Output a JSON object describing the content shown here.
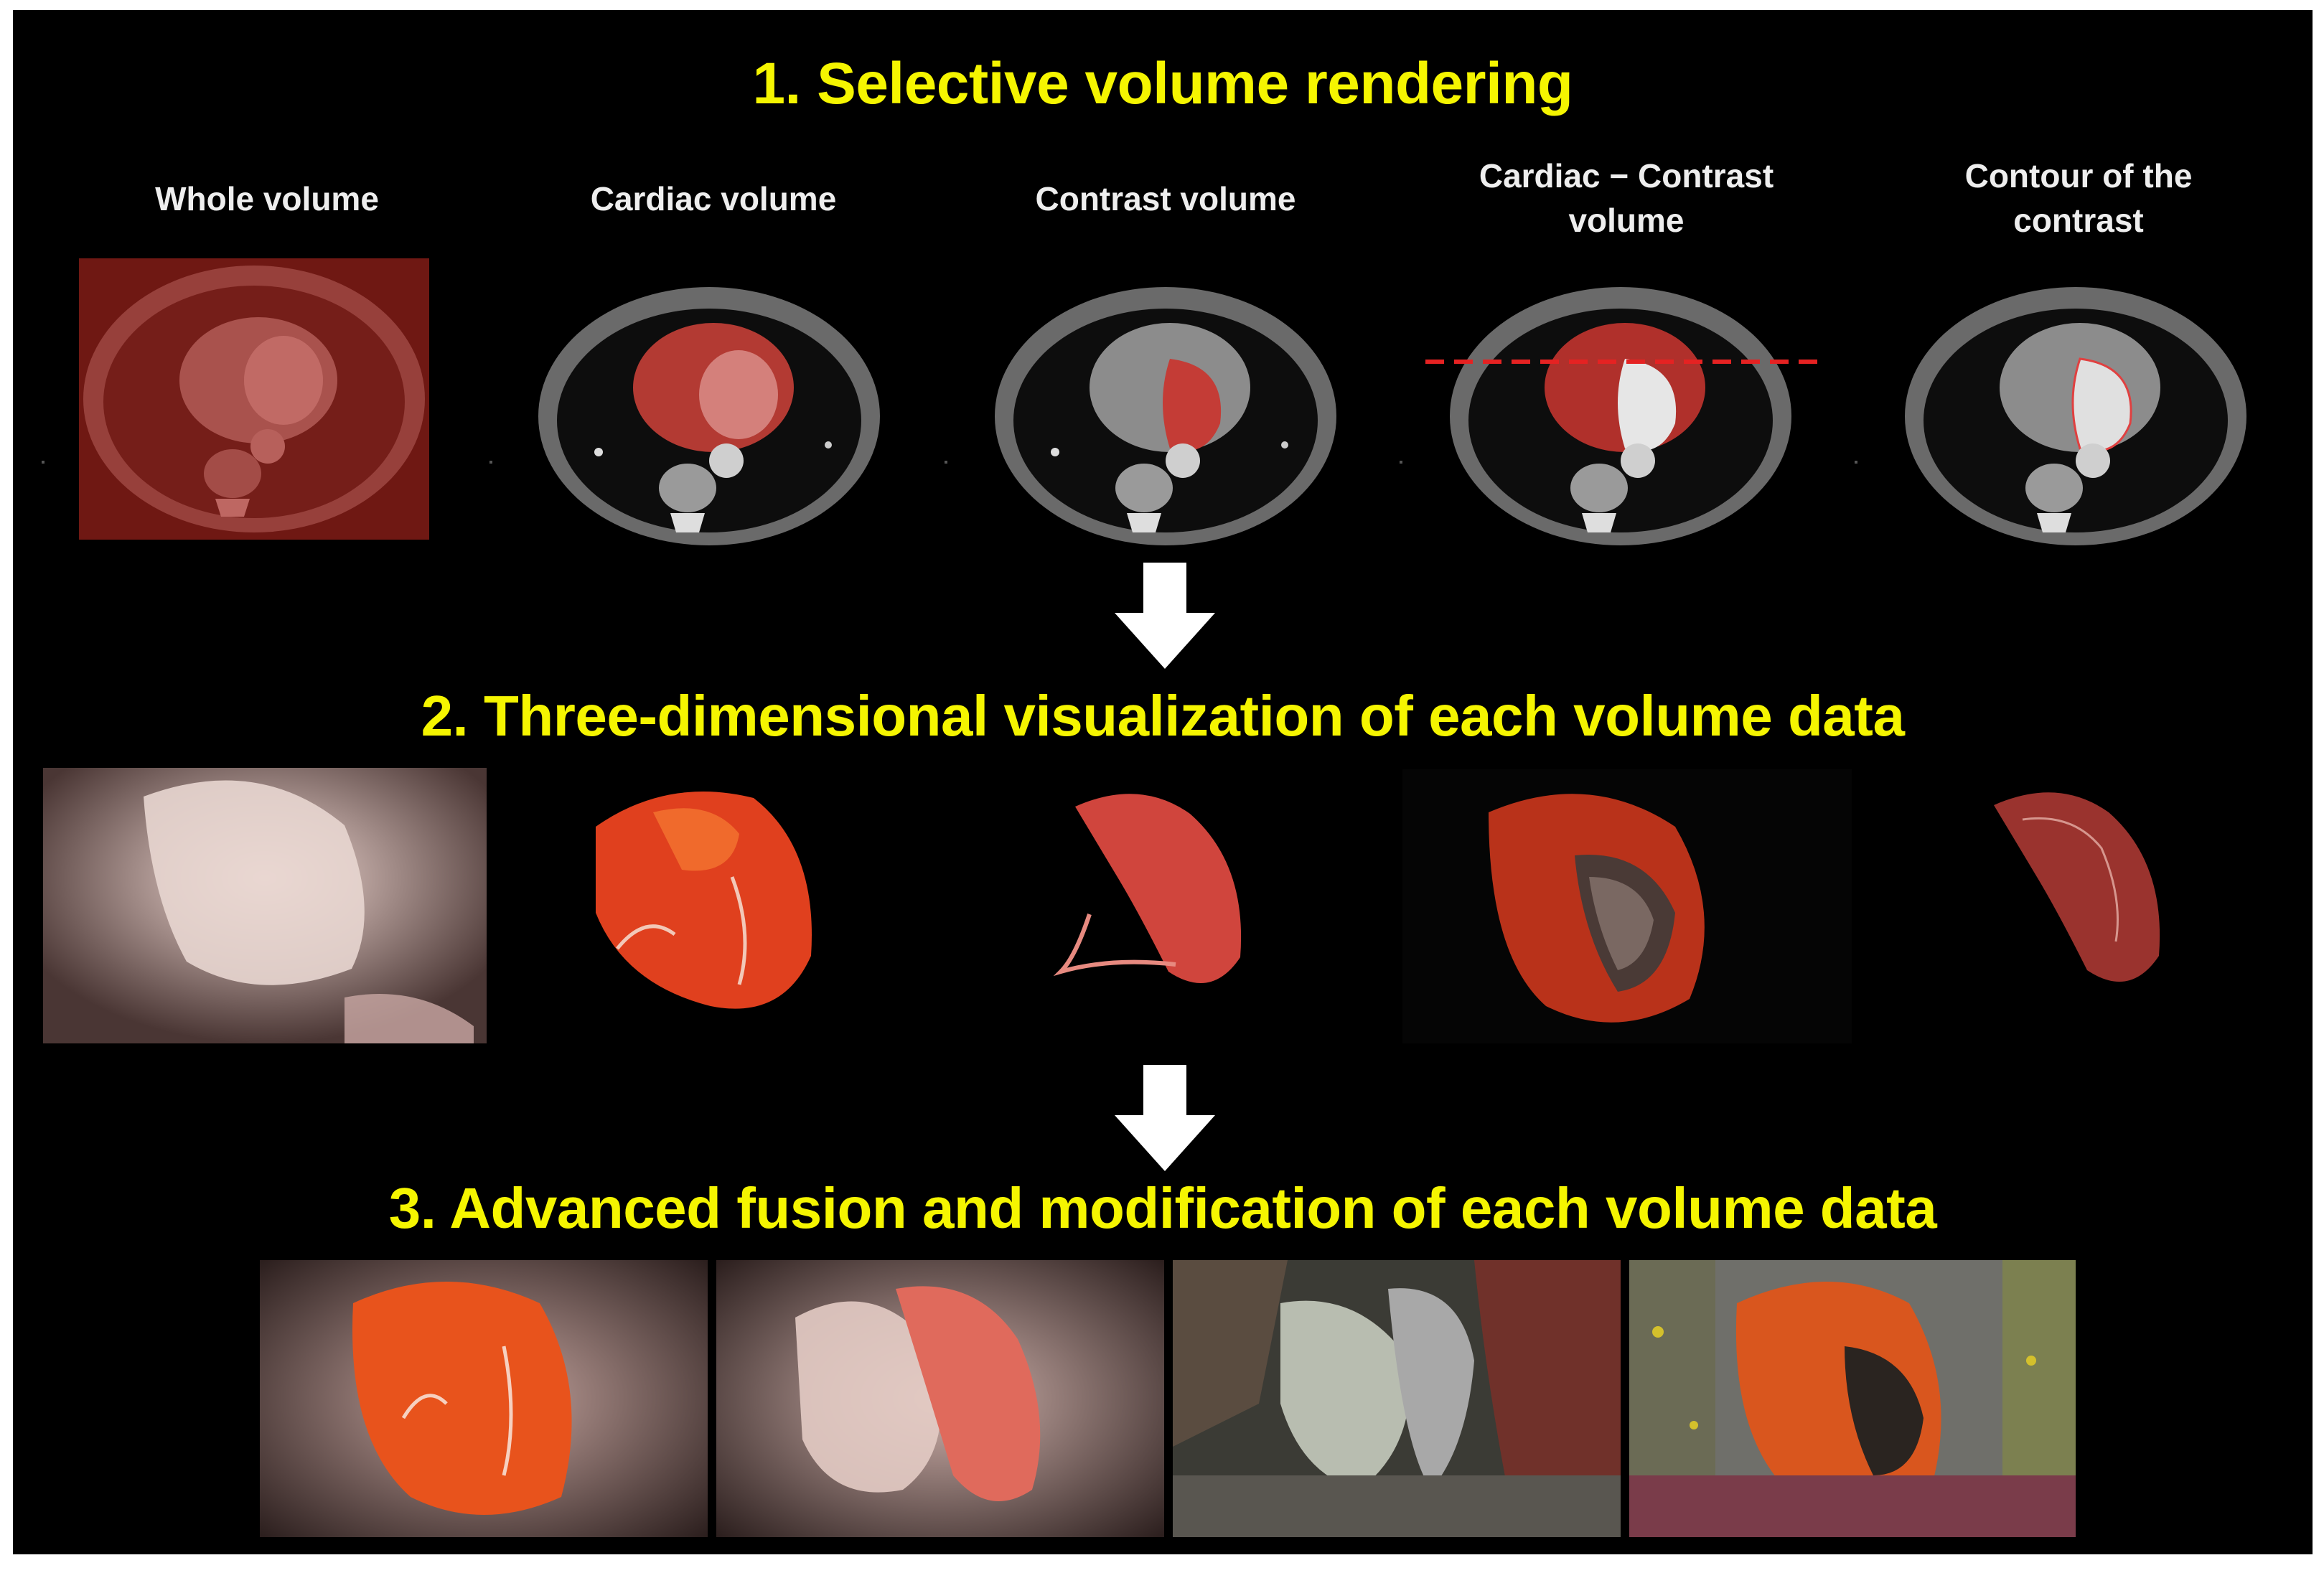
{
  "titles": {
    "step1": "1. Selective volume rendering",
    "step2": "2. Three-dimensional visualization of each volume data",
    "step3": "3. Advanced fusion and modification of each volume data"
  },
  "step1_labels": {
    "whole": "Whole volume",
    "cardiac": "Cardiac volume",
    "contrast": "Contrast volume",
    "cardiac_minus_contrast_line1": "Cardiac − Contrast",
    "cardiac_minus_contrast_line2": "volume",
    "contour_line1": "Contour of the",
    "contour_line2": "contrast"
  },
  "colors": {
    "title": "#f5f500",
    "label": "#eeeeee",
    "background": "#000000",
    "highlight_red": "#c0302a",
    "cut_line": "#e52222"
  }
}
